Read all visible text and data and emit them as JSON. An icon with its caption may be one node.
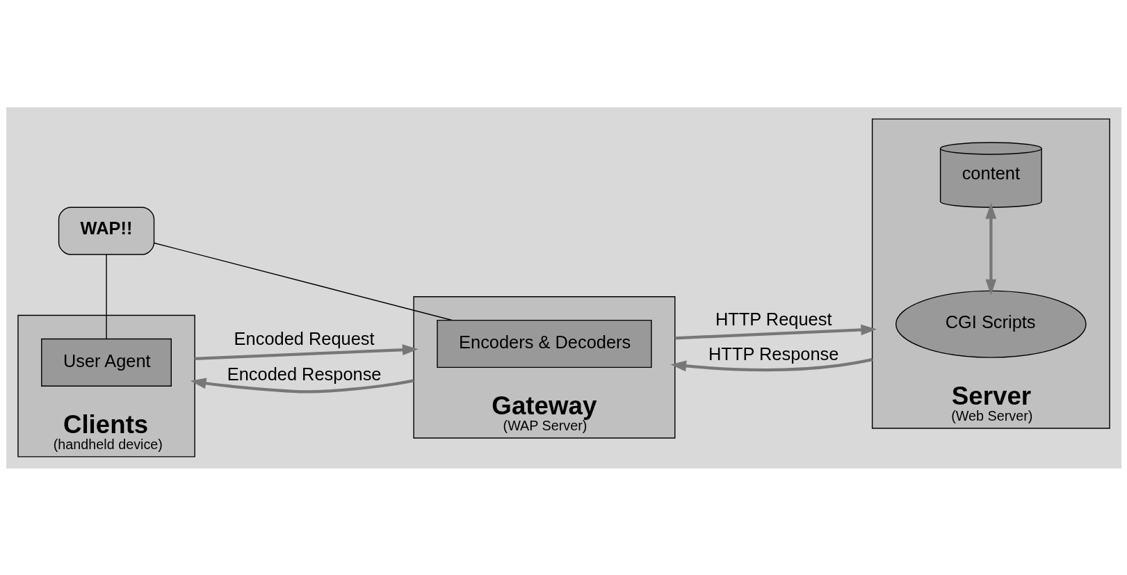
{
  "diagram": {
    "nodes": [
      {
        "text": [
          "Clients",
          "(handheld device)"
        ]
      },
      {
        "text": [
          "User Agent"
        ],
        "in": 0
      },
      {
        "text": [
          "Gateway",
          "(WAP Server)"
        ]
      },
      {
        "text": [
          "Encoders & Decoders"
        ],
        "in": 2
      },
      {
        "text": [
          "Server",
          "(Web Server)"
        ]
      },
      {
        "text": [
          "CGI Scripts"
        ],
        "in": 4
      },
      {
        "text": [
          "content"
        ],
        "in": 4
      },
      {
        "text": [
          "WAP!!"
        ]
      }
    ],
    "edges": [
      {
        "from": 0,
        "to": 2,
        "arrow": "to",
        "label": "Encoded Request"
      },
      {
        "from": 2,
        "to": 4,
        "arrow": "to",
        "label": "HTTP Request"
      },
      {
        "from": 4,
        "to": 2,
        "arrow": "to",
        "label": "HTTP Response"
      },
      {
        "from": 2,
        "to": 0,
        "arrow": "to",
        "label": "Encoded Response"
      },
      {
        "from": 5,
        "to": 6,
        "arrow": "both"
      },
      {
        "from": 7,
        "to": 1,
        "arrow": "none",
        "color": "#000000"
      },
      {
        "from": 7,
        "to": 3,
        "arrow": "none",
        "color": "#000000"
      }
    ]
  }
}
